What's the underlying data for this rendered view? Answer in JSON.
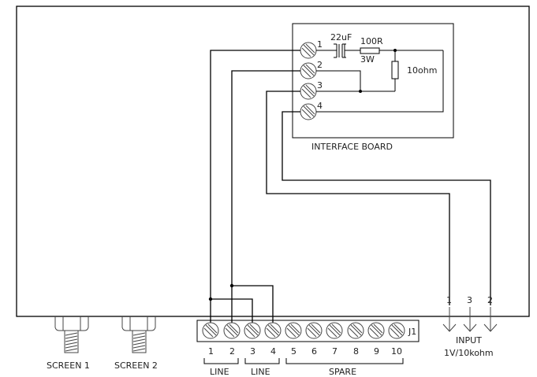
{
  "diagram": {
    "title": "Interface board wiring",
    "interface_board": {
      "label": "INTERFACE BOARD",
      "terminals": [
        "1",
        "2",
        "3",
        "4"
      ],
      "capacitor": {
        "label": "22uF"
      },
      "series_resistor": {
        "label": "100R",
        "rating": "3W"
      },
      "shunt_resistor": {
        "label": "10ohm"
      }
    },
    "j1": {
      "label": "J1",
      "terminals": [
        "1",
        "2",
        "3",
        "4",
        "5",
        "6",
        "7",
        "8",
        "9",
        "10"
      ],
      "groups": [
        {
          "label": "LINE",
          "terminals": [
            "1",
            "2"
          ]
        },
        {
          "label": "LINE",
          "terminals": [
            "3",
            "4"
          ]
        },
        {
          "label": "SPARE",
          "terminals": [
            "5",
            "6",
            "7",
            "8",
            "9",
            "10"
          ]
        }
      ]
    },
    "screens": [
      {
        "label": "SCREEN 1"
      },
      {
        "label": "SCREEN 2"
      }
    ],
    "input": {
      "pins": [
        "1",
        "3",
        "2"
      ],
      "label": "INPUT",
      "spec": "1V/10kohm"
    },
    "connections": [
      {
        "from": "interface-1",
        "to": "J1-1, J1-3"
      },
      {
        "from": "interface-2",
        "to": "J1-2, J1-4"
      },
      {
        "from": "interface-3",
        "to": "input-1"
      },
      {
        "from": "interface-4",
        "to": "input-2"
      }
    ]
  }
}
